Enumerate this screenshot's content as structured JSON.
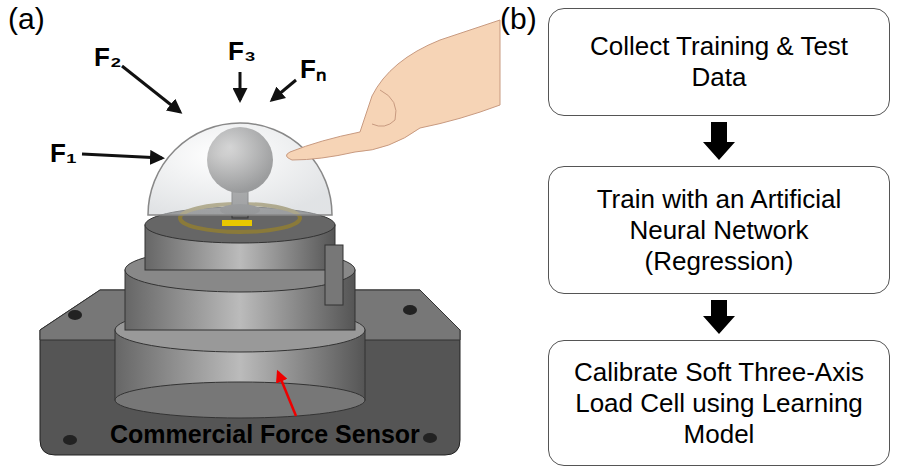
{
  "diagram": {
    "nodes": [
      {
        "text": [
          "Collect Training & Test Data"
        ]
      },
      {
        "text": [
          "Train with an Artificial Neural Network (Regression)"
        ]
      },
      {
        "text": [
          "Calibrate Soft Three-Axis Load Cell using Learning Model"
        ]
      }
    ],
    "edges": [
      {
        "from": 0,
        "to": 1,
        "arrow": "to"
      },
      {
        "from": 1,
        "to": 2,
        "arrow": "to"
      }
    ],
    "labels": [
      "(a)",
      "(b)",
      "F₁",
      "F₂",
      "F₃",
      "Fₙ",
      "Commercial Force Sensor"
    ]
  }
}
